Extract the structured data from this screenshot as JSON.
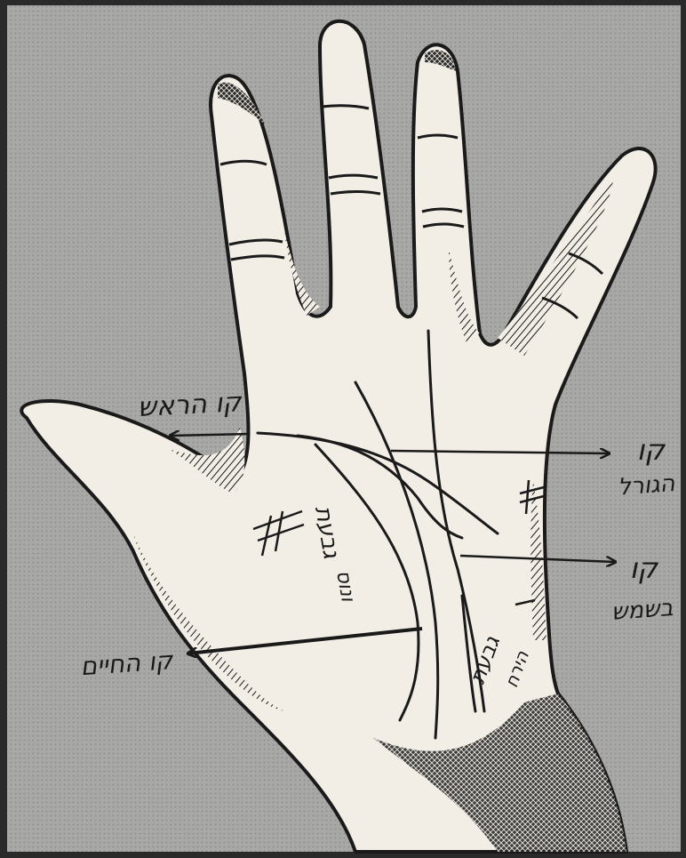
{
  "figure": {
    "background_color": "#a9a9a7",
    "paper_color": "#f2eee6",
    "ink_color": "#1a1a1a",
    "frame_color": "#2a2a2a"
  },
  "labels": {
    "head_line": "קו הראש",
    "fate_line_1": "קו",
    "fate_line_2": "הגורל",
    "sun_line_1": "קו",
    "sun_line_2": "בשמש",
    "life_line": "קו החיים",
    "venus_mount_1": "גבעת",
    "venus_mount_2": "ונוס",
    "moon_mount_1": "גבעת",
    "moon_mount_2": "הירח"
  }
}
